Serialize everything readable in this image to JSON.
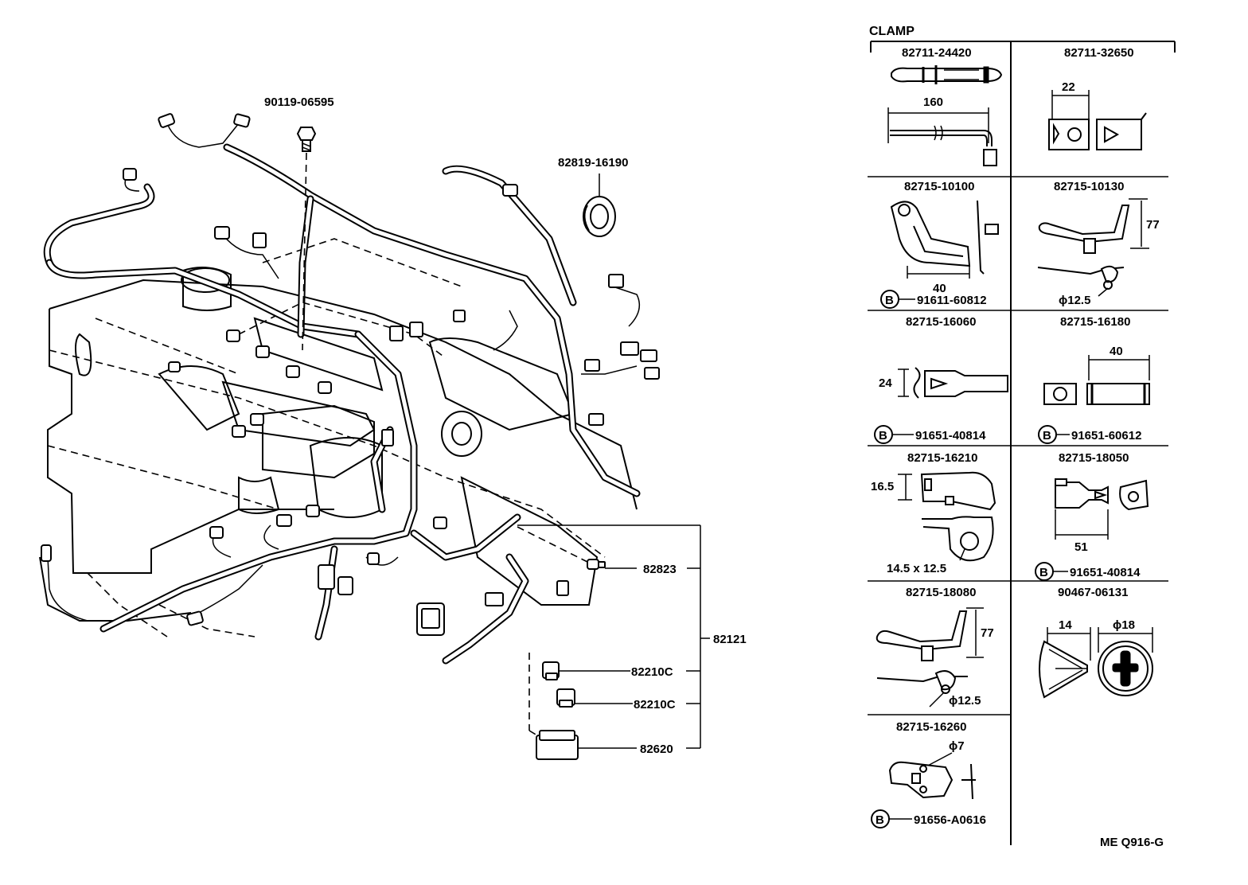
{
  "engine_diagram": {
    "callouts": {
      "bolt": "90119-06595",
      "grommet": "82819-16190",
      "connector_82823": "82823",
      "harness_assy": "82121",
      "cover_a": "82210C",
      "cover_b": "82210C",
      "block": "82620"
    }
  },
  "clamp_table": {
    "title": "CLAMP",
    "cells": [
      {
        "part": "82711-24420",
        "dims": [
          "160"
        ],
        "bolt": ""
      },
      {
        "part": "82711-32650",
        "dims": [
          "22"
        ],
        "bolt": ""
      },
      {
        "part": "82715-10100",
        "dims": [
          "40"
        ],
        "bolt": "91611-60812"
      },
      {
        "part": "82715-10130",
        "dims": [
          "77",
          "ϕ12.5"
        ],
        "bolt": ""
      },
      {
        "part": "82715-16060",
        "dims": [
          "24"
        ],
        "bolt": "91651-40814"
      },
      {
        "part": "82715-16180",
        "dims": [
          "40"
        ],
        "bolt": "91651-60612"
      },
      {
        "part": "82715-16210",
        "dims": [
          "16.5",
          "14.5 x 12.5"
        ],
        "bolt": ""
      },
      {
        "part": "82715-18050",
        "dims": [
          "51"
        ],
        "bolt": "91651-40814"
      },
      {
        "part": "82715-18080",
        "dims": [
          "77",
          "ϕ12.5"
        ],
        "bolt": ""
      },
      {
        "part": "90467-06131",
        "dims": [
          "14",
          "ϕ18"
        ],
        "bolt": ""
      },
      {
        "part": "82715-16260",
        "dims": [
          "ϕ7"
        ],
        "bolt": "91656-A0616"
      }
    ],
    "bolt_marker": "B"
  },
  "figure_code": "ME Q916-G"
}
